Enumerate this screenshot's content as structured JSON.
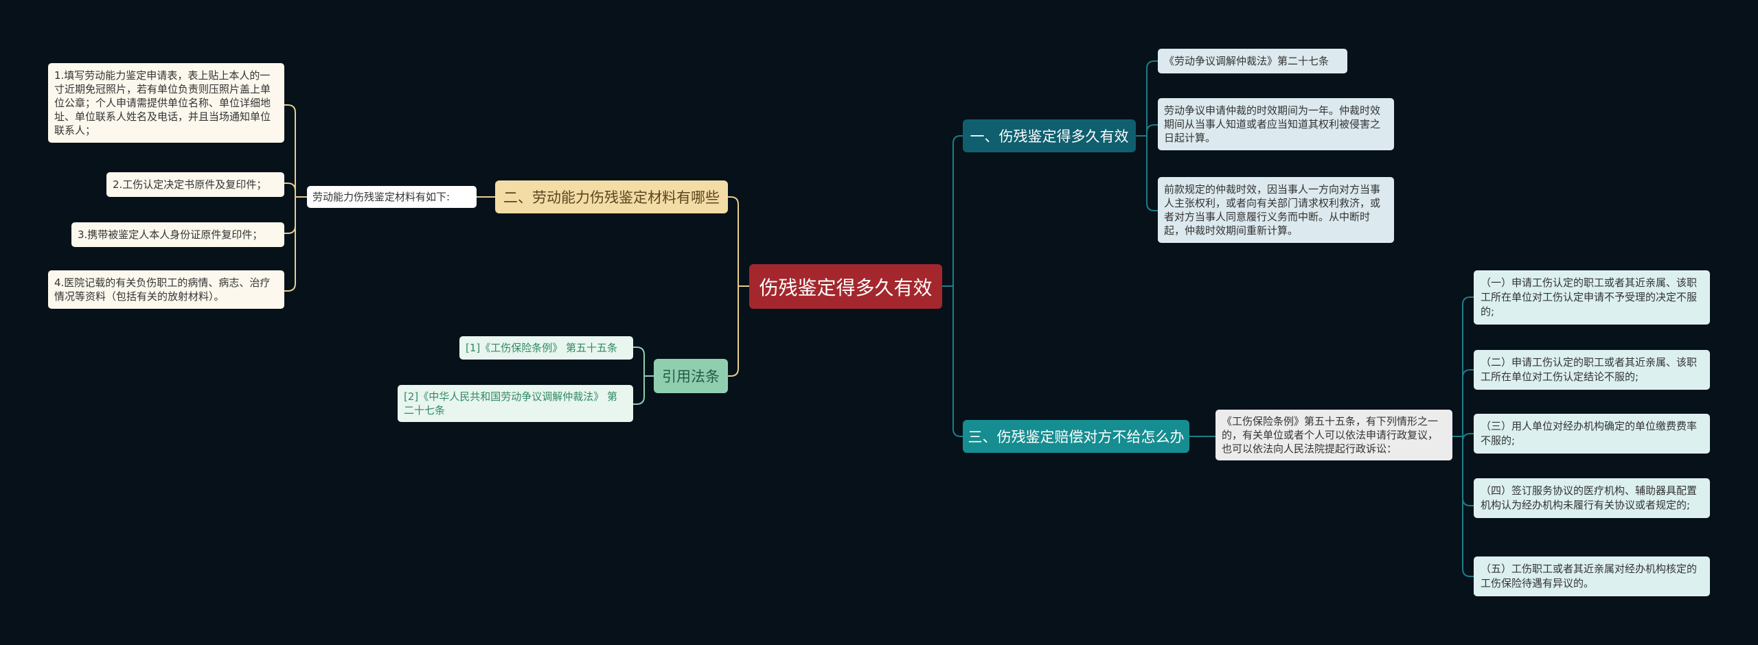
{
  "root": {
    "label": "伤残鉴定得多久有效"
  },
  "branch_materials": {
    "label": "二、劳动能力伤残鉴定材料有哪些",
    "intro": "劳动能力伤残鉴定材料有如下:",
    "items": [
      "1.填写劳动能力鉴定申请表，表上贴上本人的一寸近期免冠照片，若有单位负责则压照片盖上单位公章；个人申请需提供单位名称、单位详细地址、单位联系人姓名及电话，并且当场通知单位联系人；",
      "2.工伤认定决定书原件及复印件；",
      "3.携带被鉴定人本人身份证原件复印件；",
      "4.医院记载的有关负伤职工的病情、病志、治疗情况等资料（包括有关的放射材料）。"
    ]
  },
  "branch_laws": {
    "label": "引用法条",
    "items": [
      "[1]《工伤保险条例》 第五十五条",
      "[2]《中华人民共和国劳动争议调解仲裁法》 第二十七条"
    ]
  },
  "branch_validity": {
    "label": "一、伤残鉴定得多久有效",
    "items": [
      "《劳动争议调解仲裁法》第二十七条",
      "劳动争议申请仲裁的时效期间为一年。仲裁时效期间从当事人知道或者应当知道其权利被侵害之日起计算。",
      "前款规定的仲裁时效，因当事人一方向对方当事人主张权利，或者向有关部门请求权利救济，或者对方当事人同意履行义务而中断。从中断时起，仲裁时效期间重新计算。"
    ]
  },
  "branch_compensation": {
    "label": "三、伤残鉴定赔偿对方不给怎么办",
    "intro": "《工伤保险条例》第五十五条，有下列情形之一的，有关单位或者个人可以依法申请行政复议，也可以依法向人民法院提起行政诉讼：",
    "items": [
      "（一）申请工伤认定的职工或者其近亲属、该职工所在单位对工伤认定申请不予受理的决定不服的;",
      "（二）申请工伤认定的职工或者其近亲属、该职工所在单位对工伤认定结论不服的;",
      "（三）用人单位对经办机构确定的单位缴费费率不服的;",
      "（四）签订服务协议的医疗机构、辅助器具配置机构认为经办机构未履行有关协议或者规定的;",
      "（五）工伤职工或者其近亲属对经办机构核定的工伤保险待遇有异议的。"
    ]
  },
  "colors": {
    "background": "#06111a",
    "root": "#a3272d",
    "materials": "#f3dca5",
    "laws": "#8fcfb0",
    "validity": "#0f5f6f",
    "compensation": "#168d91",
    "line_yellow": "#e8cf8f",
    "line_green": "#8fcfb0",
    "line_teal": "#1f7d86"
  }
}
